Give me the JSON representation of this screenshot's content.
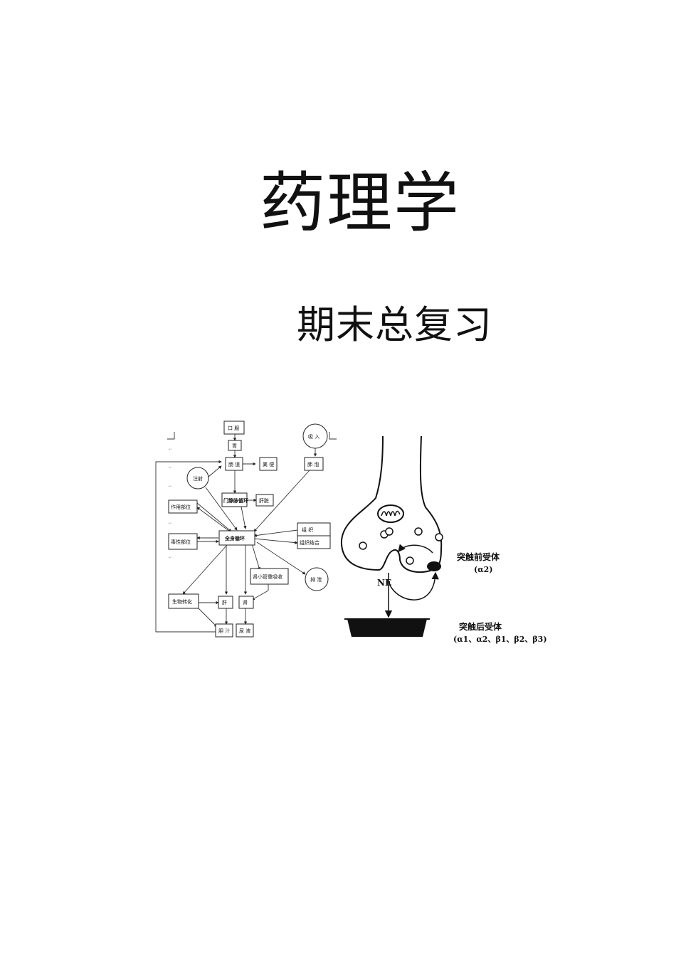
{
  "document": {
    "title": "药理学",
    "subtitle": "期末总复习"
  },
  "flowchart": {
    "oral": "口 服",
    "stomach": "胃",
    "intestine": "肠 道",
    "feces": "粪 便",
    "inhale": "吸 入",
    "lung": "肺 泡",
    "inject": "注射",
    "portal": "门静脉循环",
    "liver_first": "肝脏",
    "action_site": "作用部位",
    "toxic_site": "毒性部位",
    "systemic": "全身循环",
    "tissue": "组 织",
    "tissue_bind": "组织结合",
    "tubule": "肾小管重吸收",
    "excrete": "排 泄",
    "biotransform": "生物转化",
    "liver": "肝",
    "kidney": "肾",
    "bile": "胆 汁",
    "urine": "尿 液"
  },
  "synapse": {
    "ne": "NE",
    "pre_label": "突触前受体",
    "pre_sub": "(α2)",
    "post_label": "突触后受体",
    "post_sub": "(α1、α2、β1、β2、β3)"
  }
}
